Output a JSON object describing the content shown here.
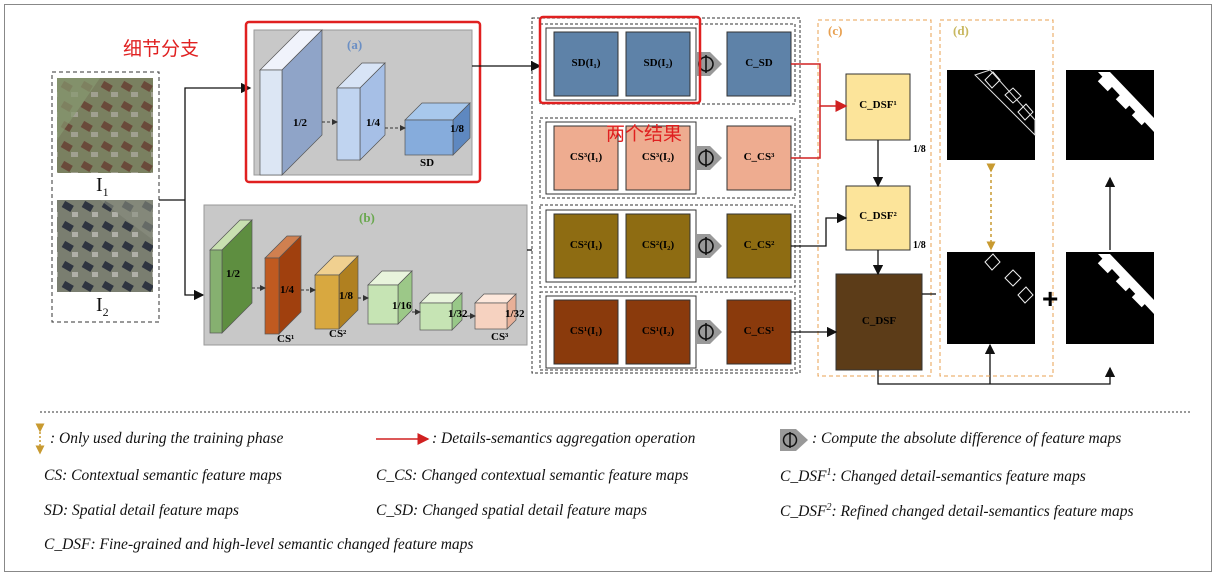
{
  "annotations": {
    "detail_branch": "细节分支",
    "two_results": "两个结果"
  },
  "inputs": {
    "img1_label": "I",
    "img1_sub": "1",
    "img2_label": "I",
    "img2_sub": "2"
  },
  "branch_a": {
    "tag": "(a)",
    "scales": [
      "1/2",
      "1/4",
      "1/8"
    ],
    "out": "SD"
  },
  "branch_b": {
    "tag": "(b)",
    "scales": [
      "1/2",
      "1/4",
      "1/8",
      "1/16",
      "1/32",
      "1/32"
    ],
    "outs": [
      "CS¹",
      "CS²",
      "CS³"
    ]
  },
  "pairs": [
    {
      "a": "SD(I₁)",
      "b": "SD(I₂)",
      "out": "C_SD",
      "color": "#5e82a8"
    },
    {
      "a": "CS³(I₁)",
      "b": "CS³(I₂)",
      "out": "C_CS³",
      "color": "#eeac90"
    },
    {
      "a": "CS²(I₁)",
      "b": "CS²(I₂)",
      "out": "C_CS²",
      "color": "#8e6c12"
    },
    {
      "a": "CS¹(I₁)",
      "b": "CS¹(I₂)",
      "out": "C_CS¹",
      "color": "#8a3a0c"
    }
  ],
  "panel_c": {
    "tag": "(c)",
    "dsf1": "C_DSF¹",
    "dsf1_scale": "1/8",
    "dsf2": "C_DSF²",
    "dsf2_scale": "1/8",
    "dsf": "C_DSF"
  },
  "panel_d": {
    "tag": "(d)",
    "plus": "+"
  },
  "abs_diff_symbol": "Φ",
  "legend": {
    "training": ": Only used during the training phase",
    "aggregation": ": Details-semantics aggregation operation",
    "absdiff": ": Compute the absolute difference of feature maps",
    "cs": "CS: Contextual semantic feature maps",
    "c_cs": "C_CS: Changed contextual semantic feature maps",
    "c_dsf1_pre": "C_DSF",
    "c_dsf1_sup": "1",
    "c_dsf1_post": ": Changed detail-semantics feature maps",
    "sd": "SD: Spatial detail feature maps",
    "c_sd": "C_SD: Changed spatial detail feature maps",
    "c_dsf2_pre": "C_DSF",
    "c_dsf2_sup": "2",
    "c_dsf2_post": ": Refined changed detail-semantics feature maps",
    "c_dsf": "C_DSF: Fine-grained and high-level semantic changed feature maps"
  },
  "colors": {
    "accent_red": "#e02020",
    "panel_orange": "#e8a050",
    "dsf_yellow": "#fce49a",
    "dsf_brown": "#5c3c18"
  }
}
